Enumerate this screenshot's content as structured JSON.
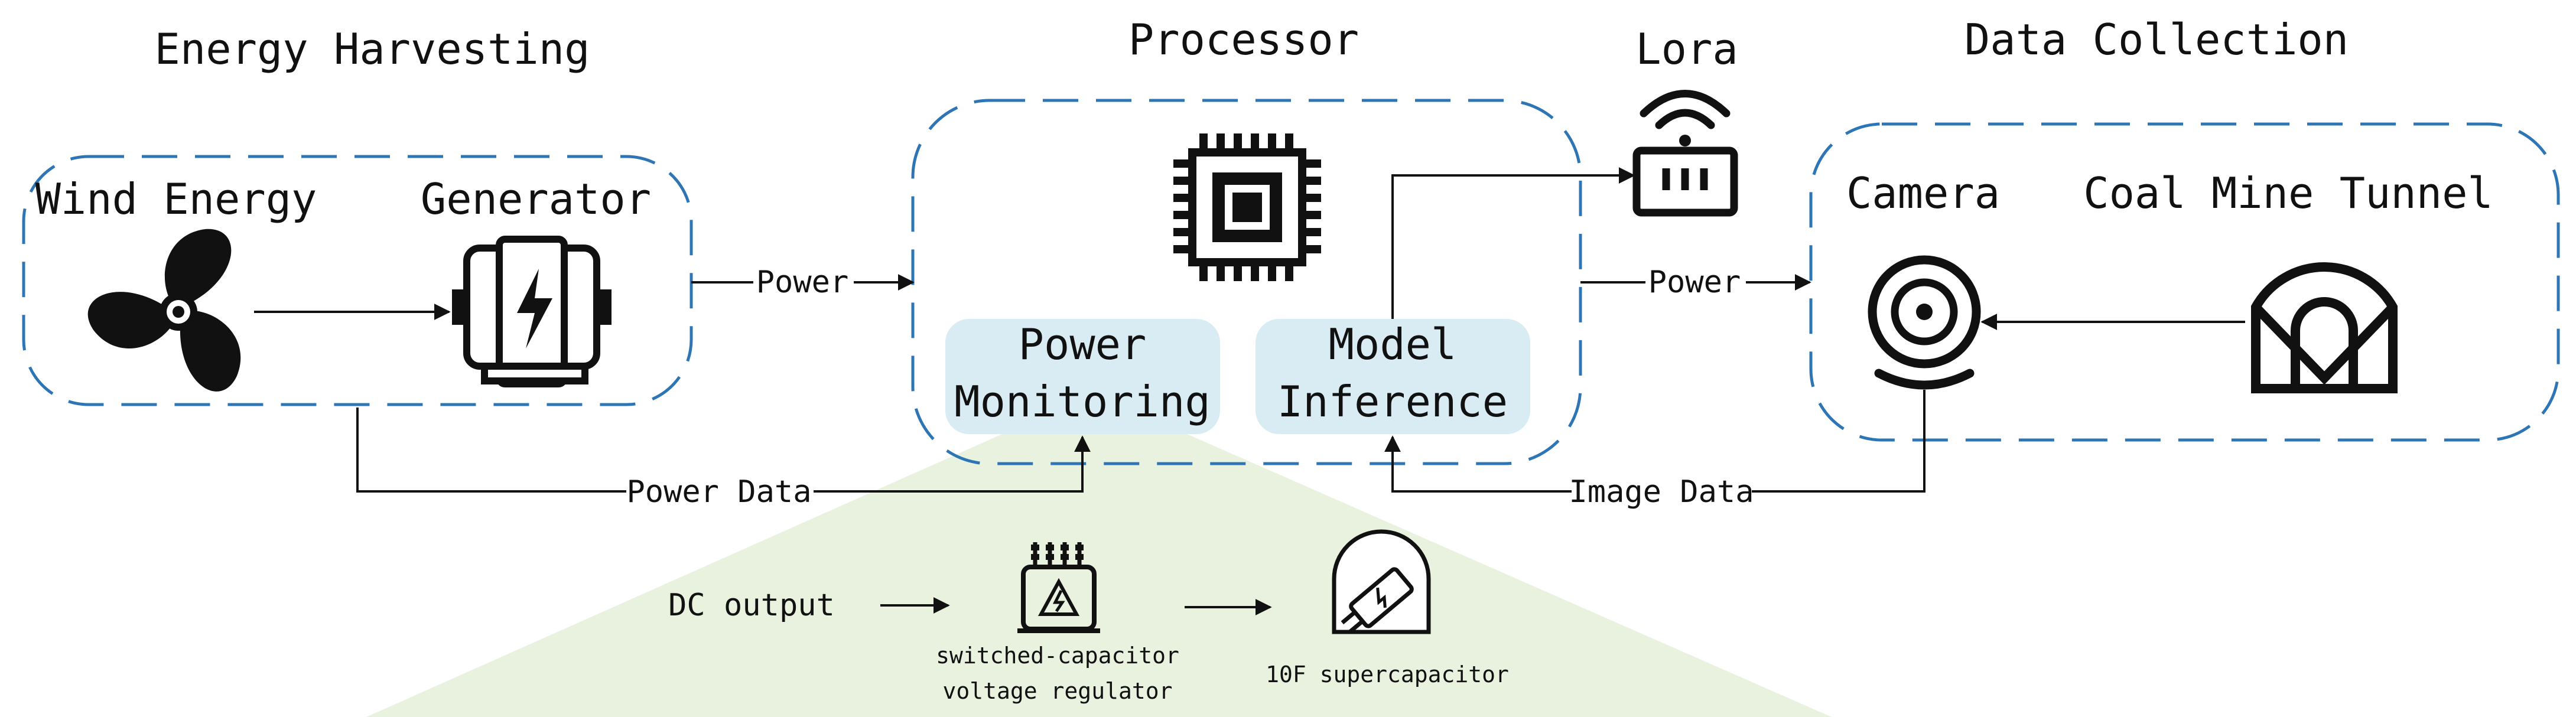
{
  "sections": {
    "energy_harvesting": "Energy Harvesting",
    "processor": "Processor",
    "lora": "Lora",
    "data_collection": "Data Collection"
  },
  "components": {
    "wind_energy": "Wind Energy",
    "generator": "Generator",
    "power_monitoring_line1": "Power",
    "power_monitoring_line2": "Monitoring",
    "model_inference_line1": "Model",
    "model_inference_line2": "Inference",
    "camera": "Camera",
    "coal_mine_tunnel": "Coal Mine Tunnel"
  },
  "connections": {
    "power_left": "Power",
    "power_right": "Power",
    "power_data": "Power Data",
    "image_data": "Image Data"
  },
  "detail": {
    "dc_output": "DC output",
    "regulator_line1": "switched-capacitor",
    "regulator_line2": "voltage regulator",
    "supercapacitor": "10F supercapacitor"
  },
  "colors": {
    "dashed_border": "#2e75b6",
    "module_fill": "#d9ebf3",
    "detail_fill": "#e9f1df",
    "ink": "#111111"
  },
  "icons": [
    "fan-icon",
    "generator-icon",
    "chip-icon",
    "lora-router-icon",
    "camera-icon",
    "tunnel-icon",
    "regulator-icon",
    "supercapacitor-icon"
  ]
}
